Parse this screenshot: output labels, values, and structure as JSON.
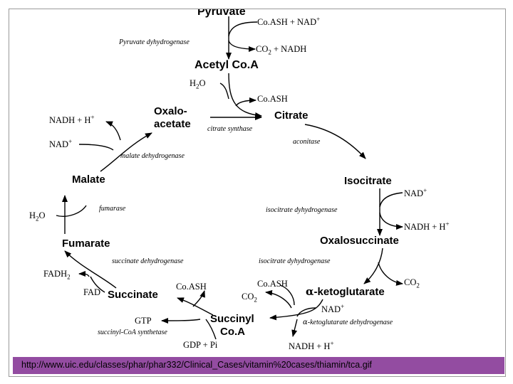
{
  "metabolites": {
    "pyruvate": "Pyruvate",
    "acetyl_coa": "Acetyl Co.A",
    "oxaloacetate_1": "Oxalo-",
    "oxaloacetate_2": "acetate",
    "citrate": "Citrate",
    "isocitrate": "Isocitrate",
    "oxalosuccinate": "Oxalosuccinate",
    "ketoglutarate": "-ketoglutarate",
    "alpha": "α",
    "succinyl_coa_1": "Succinyl",
    "succinyl_coa_2": "Co.A",
    "succinate": "Succinate",
    "fumarate": "Fumarate",
    "malate": "Malate"
  },
  "cofactors": {
    "coash_nad_top": "Co.ASH + NAD",
    "co2_nadh_top": "CO",
    "co2_nadh_top_rest": " + NADH",
    "h2o_top": "H",
    "h2o_top_rest": "O",
    "coash_citrate": "Co.ASH",
    "nadh_h_left": "NADH + H",
    "nad_left": "NAD",
    "nad_isocitrate": "NAD",
    "nadh_h_isocitrate": "NADH + H",
    "h2o_left": "H",
    "h2o_left_rest": "O",
    "fadh2": "FADH",
    "fad": "FAD",
    "coash_succinate": "Co.ASH",
    "coash_keto": "Co.ASH",
    "co2_keto_left": "CO",
    "co2_oxalo": "CO",
    "nad_keto": "NAD",
    "nadh_h_bottom": "NADH + H",
    "gtp": "GTP",
    "gdp_pi": "GDP + Pi",
    "plus": "+",
    "two": "2"
  },
  "enzymes": {
    "pdh": "Pyruvate dyhydrogenase",
    "citrate_synthase": "citrate synthase",
    "aconitase": "aconitase",
    "malate_dh": "malate dehydrogenase",
    "fumarase": "fumarase",
    "icdh_1": "isocitrate dyhydrogenase",
    "icdh_2": "isocitrate dyhydrogenase",
    "succinate_dh": "succinate dehydrogenase",
    "scs": "succinyl-CoA synthetase",
    "akgdh": "-ketoglutarate dehydrogenase",
    "alpha": "α"
  },
  "footer": {
    "url": "http://www.uic.edu/classes/phar/phar332/Clinical_Cases/vitamin%20cases/thiamin/tca.gif"
  }
}
